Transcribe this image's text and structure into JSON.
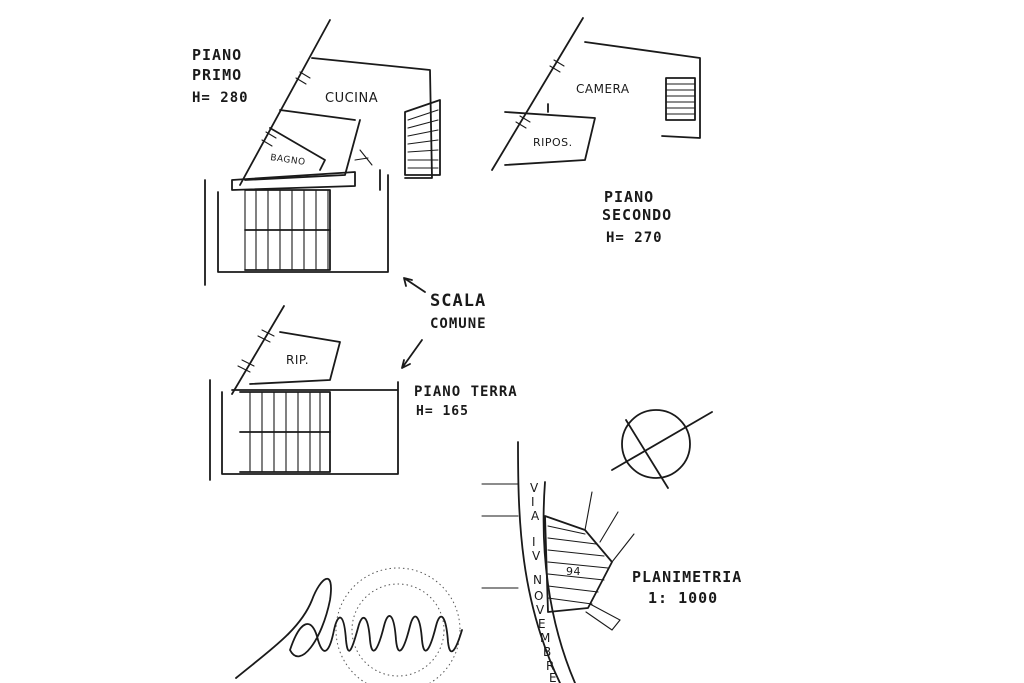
{
  "floors": {
    "primo": {
      "title_line1": "PIANO",
      "title_line2": "PRIMO",
      "height": "H= 280",
      "rooms": {
        "kitchen": "CUCINA",
        "bath": "BAGNO"
      }
    },
    "secondo": {
      "title_line1": "PIANO",
      "title_line2": "SECONDO",
      "height": "H= 270",
      "rooms": {
        "bedroom": "CAMERA",
        "storage": "RIPOS."
      }
    },
    "terra": {
      "title": "PIANO TERRA",
      "height": "H= 165",
      "rooms": {
        "storage": "RIP."
      }
    }
  },
  "staircase": {
    "line1": "SCALA",
    "line2": "COMUNE"
  },
  "site_plan": {
    "title": "PLANIMETRIA",
    "scale": "1: 1000",
    "street_letters": [
      "V",
      "I",
      "A",
      "I",
      "V",
      "N",
      "O",
      "V",
      "E",
      "M",
      "B",
      "R",
      "E"
    ],
    "parcel_number": "94"
  },
  "colors": {
    "ink": "#1a1a1a",
    "paper": "#ffffff"
  }
}
